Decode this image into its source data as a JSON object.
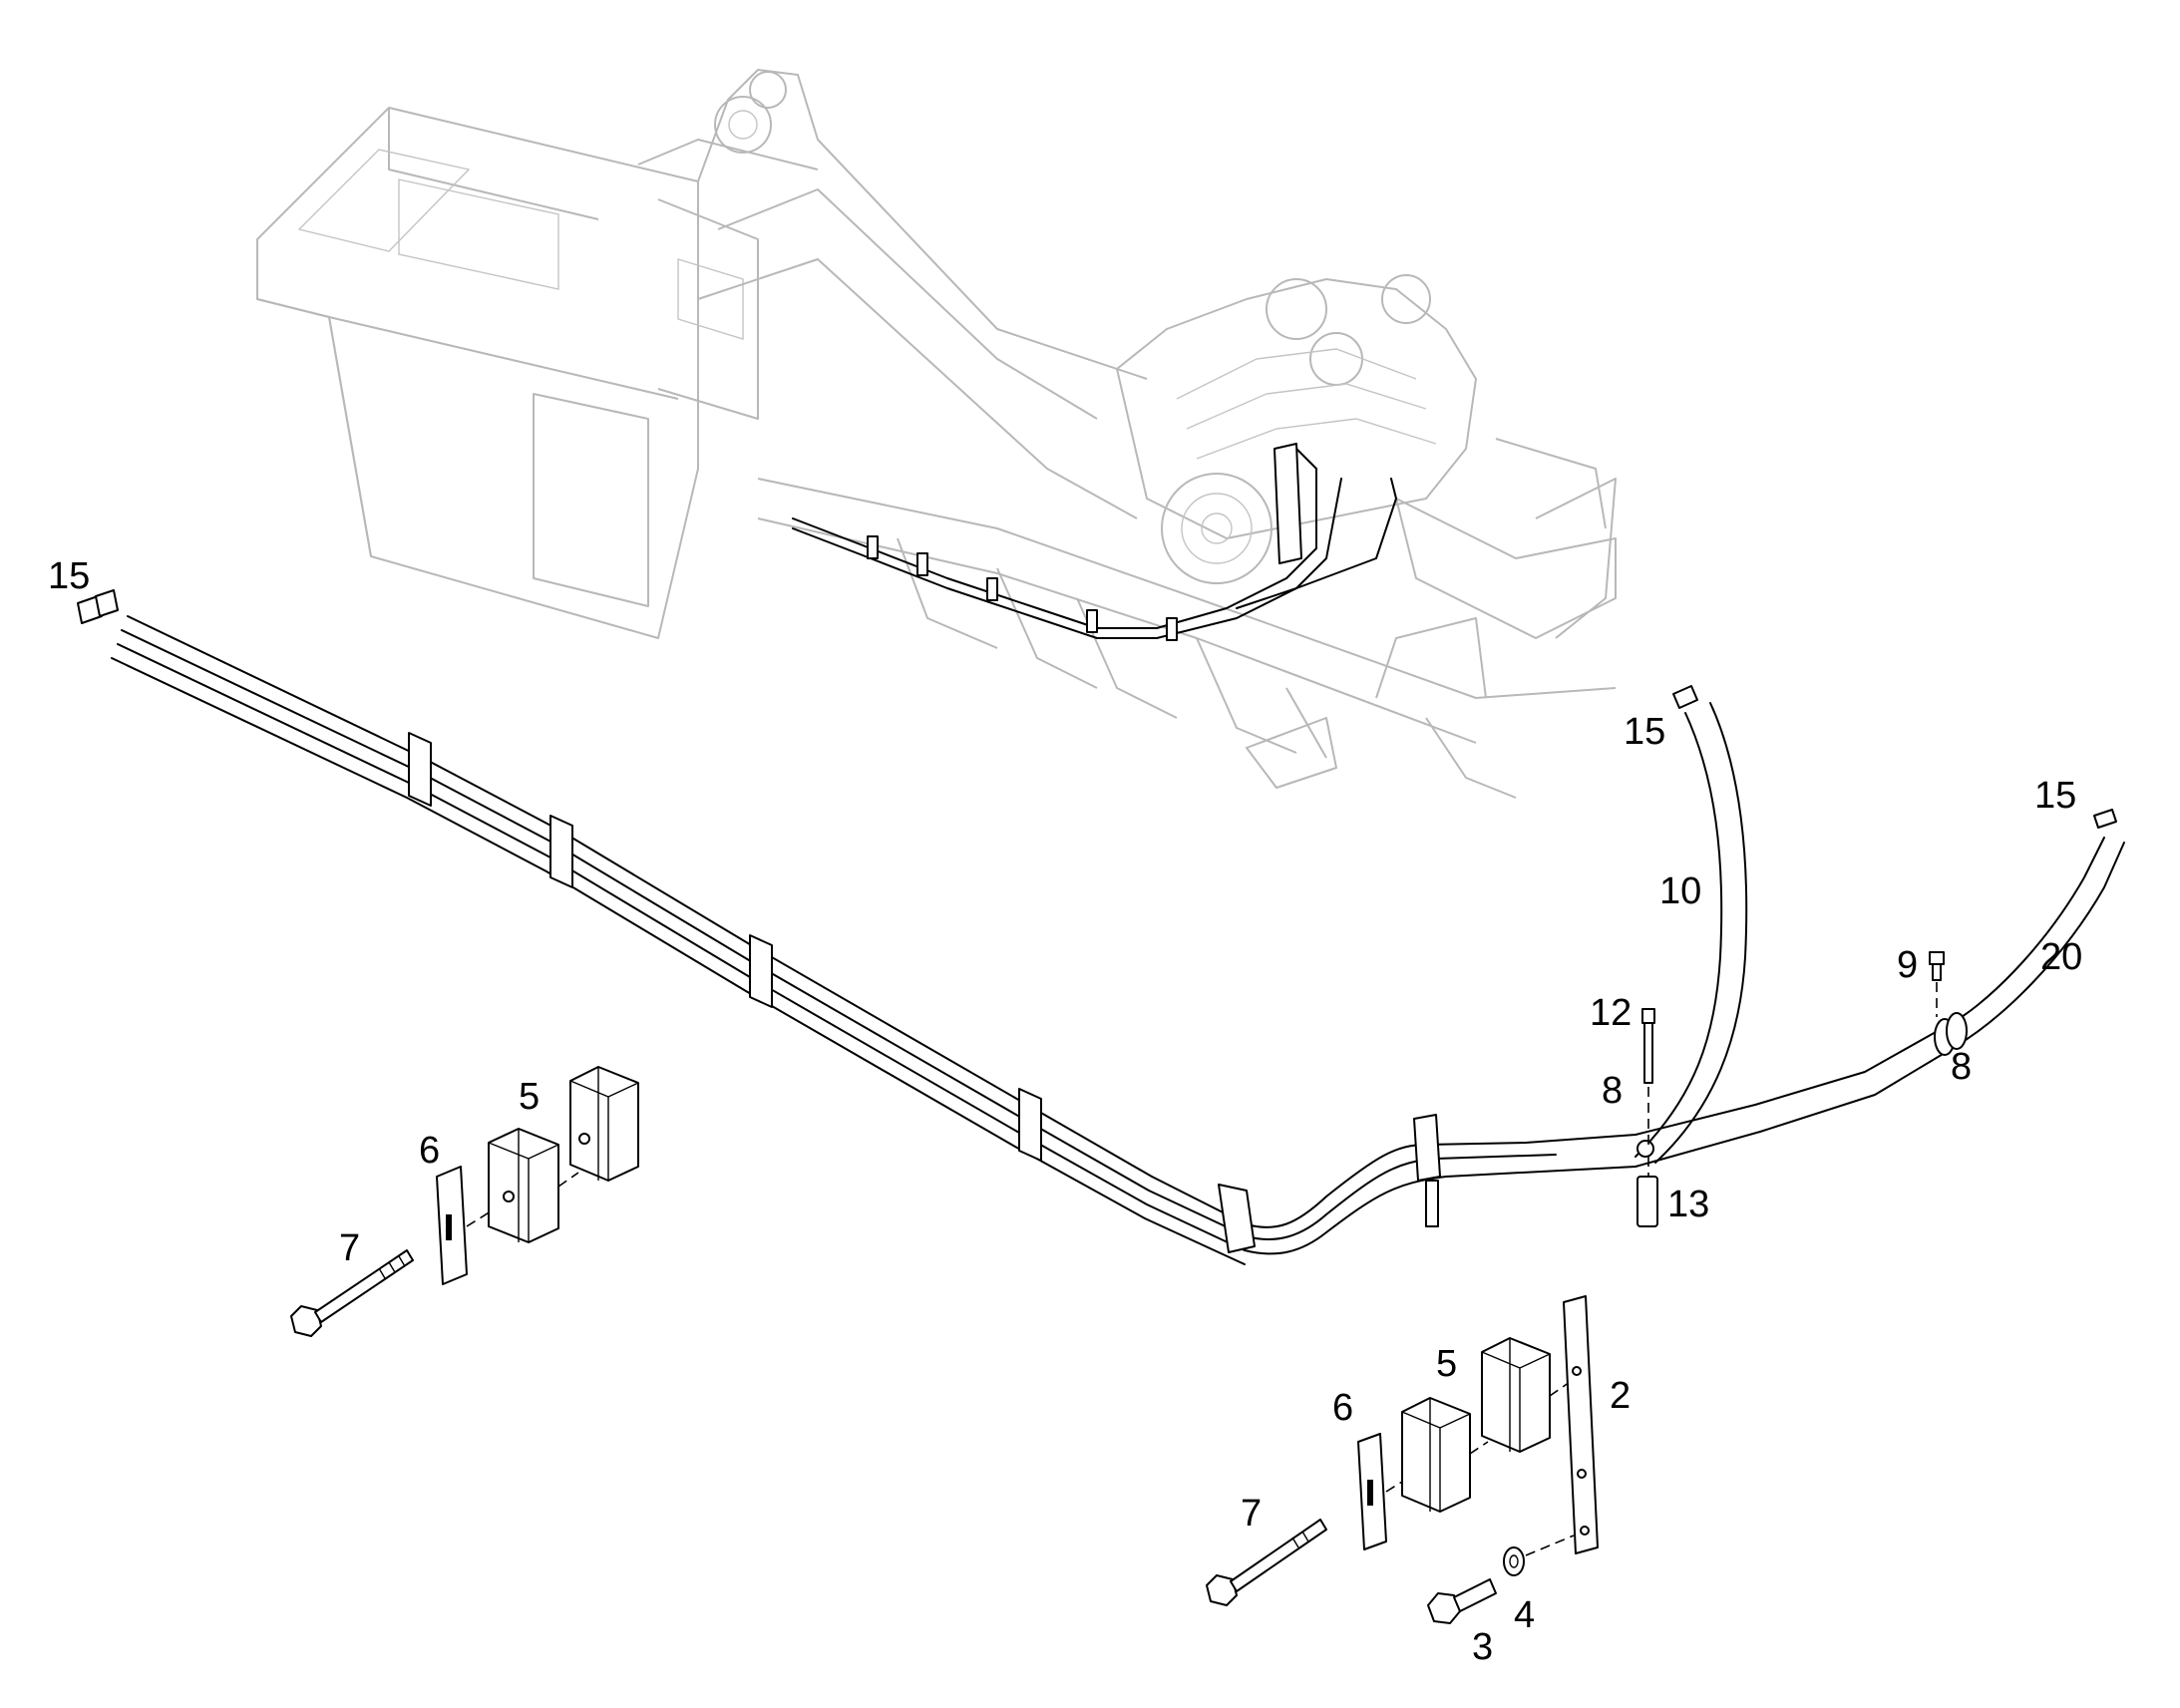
{
  "callouts": {
    "c15_top_left": "15",
    "c15_mid": "15",
    "c15_right": "15",
    "c10": "10",
    "c20": "20",
    "c9": "9",
    "c12": "12",
    "c8_left": "8",
    "c8_right": "8",
    "c13": "13",
    "c5_left": "5",
    "c6_left": "6",
    "c7_left": "7",
    "c5_right": "5",
    "c6_right": "6",
    "c7_right": "7",
    "c2": "2",
    "c3": "3",
    "c4": "4"
  }
}
